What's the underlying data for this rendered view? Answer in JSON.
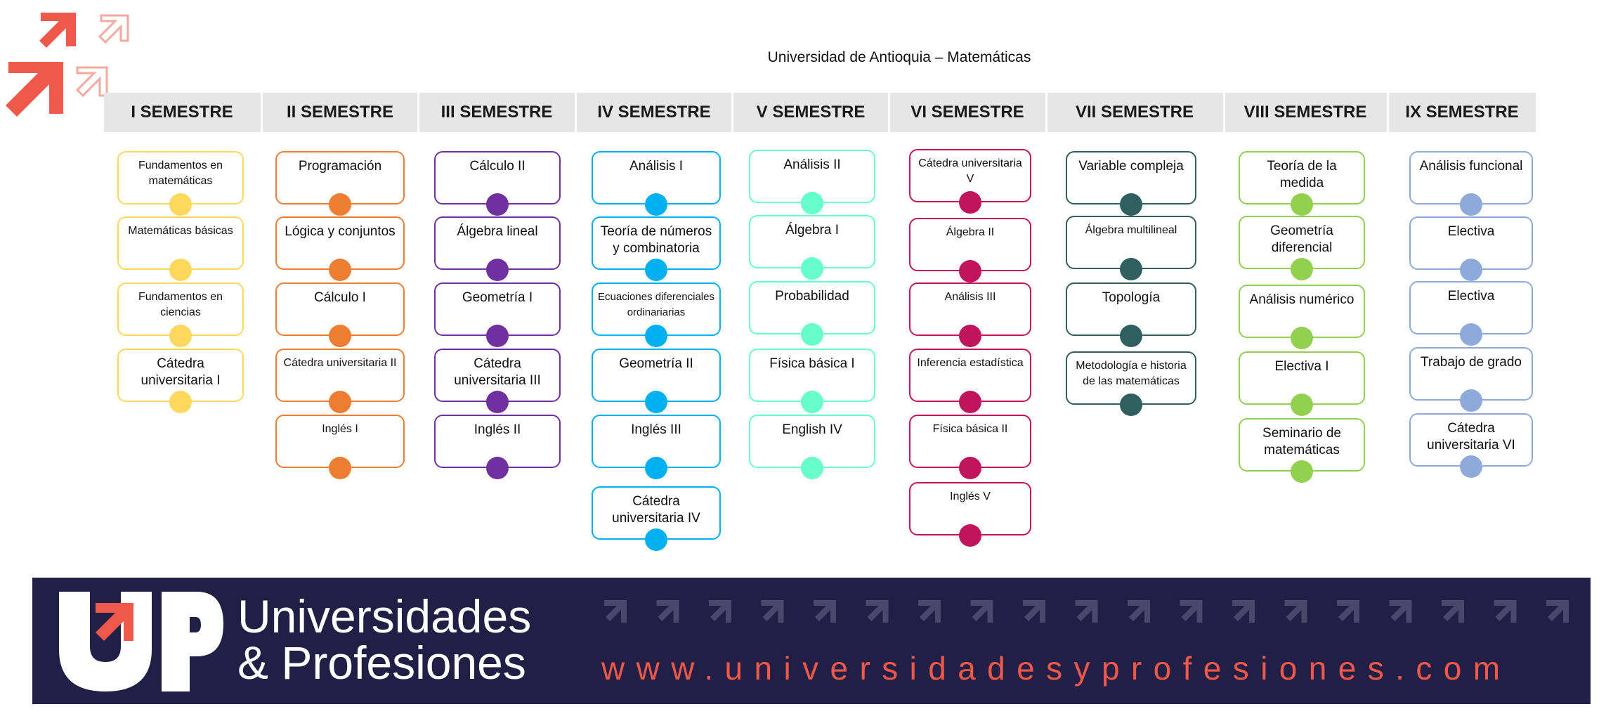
{
  "title": "Universidad de Antioquia – Matemáticas",
  "semesters": [
    {
      "name": "I SEMESTRE",
      "color": "#fdd85d",
      "courses": [
        "Fundamentos en matemáticas",
        "Matemáticas básicas",
        "Fundamentos en ciencias",
        "Cátedra universitaria I"
      ]
    },
    {
      "name": "II SEMESTRE",
      "color": "#ed7d31",
      "courses": [
        "Programación",
        "Lógica y conjuntos",
        "Cálculo I",
        "Cátedra universitaria II",
        "Inglés I"
      ]
    },
    {
      "name": "III SEMESTRE",
      "color": "#7030a0",
      "courses": [
        "Cálculo II",
        "Álgebra lineal",
        "Geometría I",
        "Cátedra universitaria III",
        "Inglés II"
      ]
    },
    {
      "name": "IV SEMESTRE",
      "color": "#00b0f0",
      "courses": [
        "Análisis I",
        "Teoría de números y combinatoria",
        "Ecuaciones diferenciales ordinariarias",
        "Geometría II",
        "Inglés III",
        "Cátedra universitaria IV"
      ]
    },
    {
      "name": "V SEMESTRE",
      "color": "#66ffcc",
      "courses": [
        "Análisis II",
        "Álgebra I",
        "Probabilidad",
        "Física básica I",
        "English IV"
      ]
    },
    {
      "name": "VI SEMESTRE",
      "color": "#c0145c",
      "courses": [
        "Cátedra universitaria V",
        "Álgebra II",
        "Análisis III",
        "Inferencia estadística",
        "Física básica II",
        "Inglés V"
      ]
    },
    {
      "name": "VII SEMESTRE",
      "color": "#2f5f5f",
      "courses": [
        "Variable compleja",
        "Álgebra multilineal",
        "Topología",
        "Metodología e historia de las matemáticas"
      ]
    },
    {
      "name": "VIII SEMESTRE",
      "color": "#92d050",
      "courses": [
        "Teoría de la medida",
        "Geometría diferencial",
        "Análisis numérico",
        "Electiva I",
        "Seminario de matemáticas"
      ]
    },
    {
      "name": "IX SEMESTRE",
      "color": "#8eaadb",
      "courses": [
        "Análisis funcional",
        "Electiva",
        "Electiva",
        "Trabajo de grado",
        "Cátedra universitaria VI"
      ]
    }
  ],
  "footer": {
    "brand_line1": "Universidades",
    "brand_line2": "& Profesiones",
    "url": "www.universidadesyprofesiones.com",
    "logo_text": "UP",
    "background": "#221f46",
    "accent": "#f0584a"
  }
}
